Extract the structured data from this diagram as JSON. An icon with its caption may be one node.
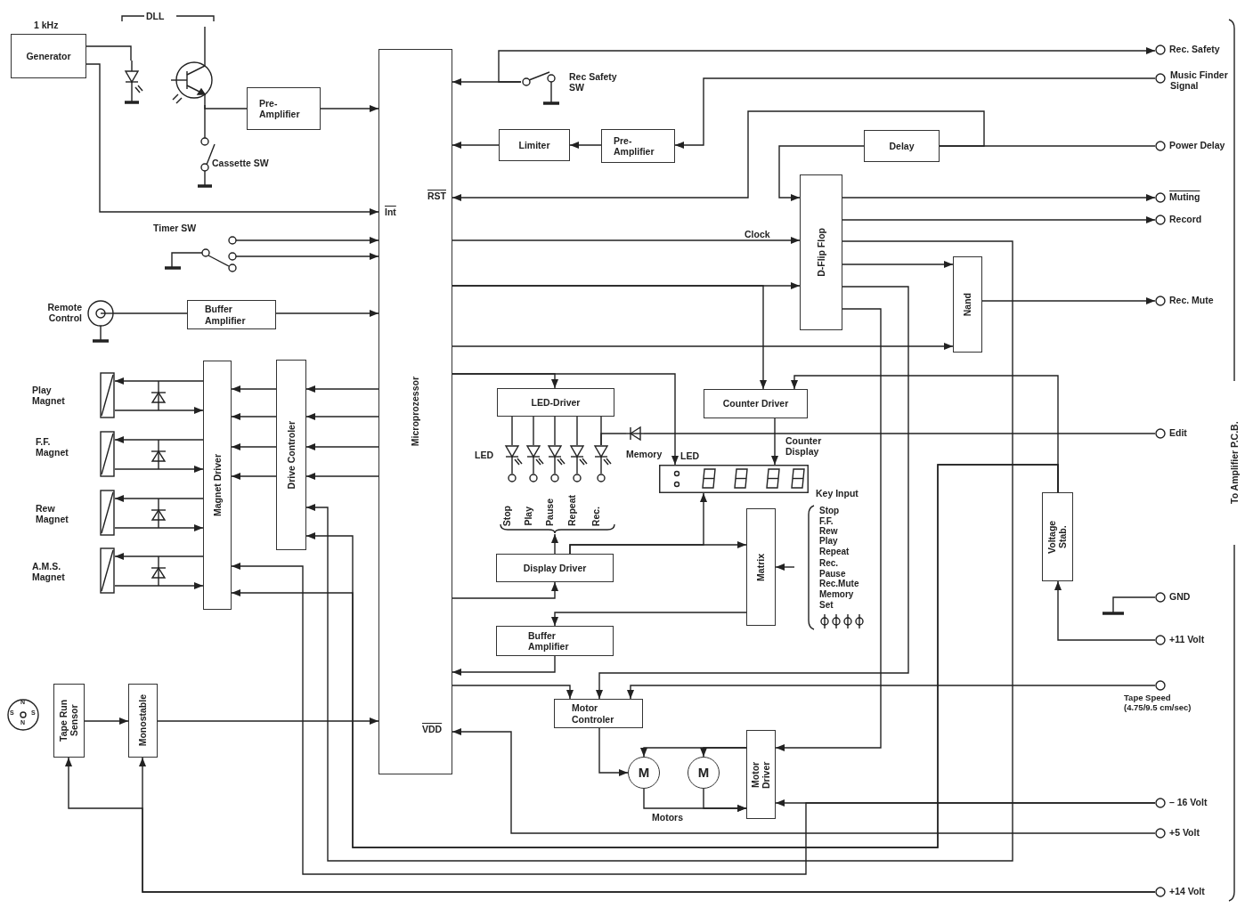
{
  "diagram": {
    "nodes": [
      {
        "text": [
          "Generator"
        ],
        "beside": [
          "1 kHz"
        ]
      },
      {
        "text": [],
        "shape": "diode"
      },
      {
        "text": [],
        "shape": "transistor"
      },
      {
        "text": [],
        "shape": "switch",
        "beside": [
          "Cassette SW"
        ]
      },
      {
        "text": [
          "Pre- Amplifier"
        ]
      },
      {
        "text": [
          "Microprozessor"
        ]
      },
      {
        "text": [],
        "shape": "switch",
        "beside": [
          "Timer SW"
        ]
      },
      {
        "text": [],
        "shape": "socket",
        "beside": [
          "Remote Control"
        ]
      },
      {
        "text": [
          "Buffer Amplifier"
        ]
      },
      {
        "text": [],
        "shape": "switch",
        "beside": [
          "Rec Safety SW"
        ]
      },
      {
        "text": [
          "Limiter"
        ]
      },
      {
        "text": [
          "Pre- Amplifier"
        ]
      },
      {
        "text": [
          "Delay"
        ]
      },
      {
        "text": [
          "D-Flip Flop"
        ]
      },
      {
        "text": [
          "Nand"
        ]
      },
      {
        "text": [],
        "shape": "coil",
        "beside": [
          "Play Magnet"
        ]
      },
      {
        "text": [],
        "shape": "coil",
        "beside": [
          "F.F. Magnet"
        ]
      },
      {
        "text": [],
        "shape": "coil",
        "beside": [
          "Rew Magnet"
        ]
      },
      {
        "text": [],
        "shape": "coil",
        "beside": [
          "A.M.S. Magnet"
        ]
      },
      {
        "text": [
          "Magnet Driver"
        ]
      },
      {
        "text": [
          "Drive Controler"
        ]
      },
      {
        "text": [
          "LED-Driver"
        ]
      },
      {
        "text": [],
        "shape": "led",
        "beside": [
          "Stop"
        ]
      },
      {
        "text": [],
        "shape": "led",
        "beside": [
          "Play"
        ]
      },
      {
        "text": [],
        "shape": "led",
        "beside": [
          "Pause"
        ]
      },
      {
        "text": [],
        "shape": "led",
        "beside": [
          "Repeat"
        ]
      },
      {
        "text": [],
        "shape": "led",
        "beside": [
          "Rec."
        ]
      },
      {
        "text": [],
        "shape": "diode"
      },
      {
        "text": [
          "Counter Driver"
        ]
      },
      {
        "text": [],
        "shape": "display",
        "beside": [
          "Counter Display"
        ]
      },
      {
        "text": [
          "Display Driver"
        ]
      },
      {
        "text": [
          "Matrix"
        ]
      },
      {
        "text": [
          "Buffer Amplifier"
        ]
      },
      {
        "text": [
          "Motor Controler"
        ]
      },
      {
        "text": [
          "M"
        ]
      },
      {
        "text": [
          "M"
        ]
      },
      {
        "text": [
          "Motor Driver"
        ]
      },
      {
        "text": [
          "Voltage Stab."
        ]
      },
      {
        "text": [
          "Tape Run Sensor"
        ]
      },
      {
        "text": [
          "Monostable"
        ]
      },
      {
        "text": [],
        "shape": "circle",
        "beside": [
          "Rec. Safety"
        ]
      },
      {
        "text": [],
        "shape": "circle",
        "beside": [
          "Music Finder Signal"
        ]
      },
      {
        "text": [],
        "shape": "circle",
        "beside": [
          "Power Delay"
        ]
      },
      {
        "text": [],
        "shape": "circle",
        "beside": [
          "Muting"
        ]
      },
      {
        "text": [],
        "shape": "circle",
        "beside": [
          "Record"
        ]
      },
      {
        "text": [],
        "shape": "circle",
        "beside": [
          "Rec. Mute"
        ]
      },
      {
        "text": [],
        "shape": "circle",
        "beside": [
          "Edit"
        ]
      },
      {
        "text": [],
        "shape": "circle",
        "beside": [
          "GND"
        ]
      },
      {
        "text": [],
        "shape": "circle",
        "beside": [
          "+11 Volt"
        ]
      },
      {
        "text": [],
        "shape": "circle",
        "beside": [
          "Tape Speed (4.75/9.5 cm/sec)"
        ]
      },
      {
        "text": [],
        "shape": "circle",
        "beside": [
          "– 16 Volt"
        ]
      },
      {
        "text": [],
        "shape": "circle",
        "beside": [
          "+5 Volt"
        ]
      },
      {
        "text": [],
        "shape": "circle",
        "beside": [
          "+14 Volt"
        ]
      }
    ],
    "edges": [
      {
        "from": 0,
        "to": 1,
        "arrow": "none"
      },
      {
        "from": 0,
        "to": 5,
        "arrow": "to"
      },
      {
        "from": 2,
        "to": 4,
        "arrow": "none"
      },
      {
        "from": 2,
        "to": 3,
        "arrow": "none"
      },
      {
        "from": 4,
        "to": 5,
        "arrow": "to"
      },
      {
        "from": 6,
        "to": 5,
        "arrow": "to"
      },
      {
        "from": 6,
        "to": 5,
        "arrow": "to"
      },
      {
        "from": 7,
        "to": 8,
        "arrow": "none"
      },
      {
        "from": 8,
        "to": 5,
        "arrow": "to"
      },
      {
        "from": 9,
        "to": 5,
        "arrow": "to"
      },
      {
        "from": 9,
        "to": 40,
        "arrow": "to"
      },
      {
        "from": 41,
        "to": 11,
        "arrow": "to"
      },
      {
        "from": 11,
        "to": 10,
        "arrow": "to"
      },
      {
        "from": 10,
        "to": 5,
        "arrow": "to"
      },
      {
        "from": 12,
        "to": 42,
        "arrow": "none"
      },
      {
        "from": 12,
        "to": 5,
        "arrow": "to"
      },
      {
        "from": 12,
        "to": 13,
        "arrow": "to"
      },
      {
        "from": 5,
        "to": 13,
        "arrow": "to",
        "label": "Clock"
      },
      {
        "from": 5,
        "to": 13,
        "arrow": "to"
      },
      {
        "from": 5,
        "to": 28,
        "arrow": "to"
      },
      {
        "from": 13,
        "to": 43,
        "arrow": "to"
      },
      {
        "from": 13,
        "to": 44,
        "arrow": "to"
      },
      {
        "from": 13,
        "to": 14,
        "arrow": "to"
      },
      {
        "from": 5,
        "to": 14,
        "arrow": "to"
      },
      {
        "from": 14,
        "to": 45,
        "arrow": "to"
      },
      {
        "from": 19,
        "to": 15,
        "arrow": "to"
      },
      {
        "from": 19,
        "to": 16,
        "arrow": "to"
      },
      {
        "from": 19,
        "to": 17,
        "arrow": "to"
      },
      {
        "from": 19,
        "to": 18,
        "arrow": "to"
      },
      {
        "from": 15,
        "to": 19,
        "arrow": "to"
      },
      {
        "from": 16,
        "to": 19,
        "arrow": "to"
      },
      {
        "from": 17,
        "to": 19,
        "arrow": "to"
      },
      {
        "from": 18,
        "to": 19,
        "arrow": "to"
      },
      {
        "from": 20,
        "to": 19,
        "arrow": "to"
      },
      {
        "from": 20,
        "to": 19,
        "arrow": "to"
      },
      {
        "from": 20,
        "to": 19,
        "arrow": "to"
      },
      {
        "from": 20,
        "to": 19,
        "arrow": "to"
      },
      {
        "from": 5,
        "to": 20,
        "arrow": "to"
      },
      {
        "from": 5,
        "to": 20,
        "arrow": "to"
      },
      {
        "from": 5,
        "to": 20,
        "arrow": "to"
      },
      {
        "from": 5,
        "to": 20,
        "arrow": "to"
      },
      {
        "from": 5,
        "to": 21,
        "arrow": "to"
      },
      {
        "from": 5,
        "to": 29,
        "arrow": "to"
      },
      {
        "from": 21,
        "to": 22,
        "arrow": "none"
      },
      {
        "from": 21,
        "to": 23,
        "arrow": "none"
      },
      {
        "from": 21,
        "to": 24,
        "arrow": "none"
      },
      {
        "from": 21,
        "to": 25,
        "arrow": "none"
      },
      {
        "from": 21,
        "to": 26,
        "arrow": "none"
      },
      {
        "from": 46,
        "to": 27,
        "arrow": "none"
      },
      {
        "from": 27,
        "to": 26,
        "arrow": "none"
      },
      {
        "from": 28,
        "to": 29,
        "arrow": "to"
      },
      {
        "from": 37,
        "to": 28,
        "arrow": "to"
      },
      {
        "from": 48,
        "to": 37,
        "arrow": "to"
      },
      {
        "from": 5,
        "to": 30,
        "arrow": "to"
      },
      {
        "from": 30,
        "to": 24,
        "arrow": "to"
      },
      {
        "from": 30,
        "to": 31,
        "arrow": "to"
      },
      {
        "from": 30,
        "to": 29,
        "arrow": "to"
      },
      {
        "from": 31,
        "to": 32,
        "arrow": "to"
      },
      {
        "from": null,
        "to": 31,
        "arrow": "to"
      },
      {
        "from": 32,
        "to": 5,
        "arrow": "to"
      },
      {
        "from": 5,
        "to": 33,
        "arrow": "to"
      },
      {
        "from": 13,
        "to": 33,
        "arrow": "to"
      },
      {
        "from": 49,
        "to": 33,
        "arrow": "to"
      },
      {
        "from": 33,
        "to": 34,
        "arrow": "to"
      },
      {
        "from": 36,
        "to": 34,
        "arrow": "to"
      },
      {
        "from": 36,
        "to": 35,
        "arrow": "to"
      },
      {
        "from": 34,
        "to": 36,
        "arrow": "to"
      },
      {
        "from": 35,
        "to": 36,
        "arrow": "to"
      },
      {
        "from": 13,
        "to": 36,
        "arrow": "to"
      },
      {
        "from": 50,
        "to": 36,
        "arrow": "to"
      },
      {
        "from": 50,
        "to": 19,
        "arrow": "to"
      },
      {
        "from": 37,
        "to": 19,
        "arrow": "to"
      },
      {
        "from": 37,
        "to": 20,
        "arrow": "to"
      },
      {
        "from": 13,
        "to": 20,
        "arrow": "to"
      },
      {
        "from": 38,
        "to": 39,
        "arrow": "to"
      },
      {
        "from": 39,
        "to": 5,
        "arrow": "to"
      },
      {
        "from": 52,
        "to": 39,
        "arrow": "to"
      },
      {
        "from": 52,
        "to": 38,
        "arrow": "to"
      },
      {
        "from": 51,
        "to": 5,
        "arrow": "to"
      },
      {
        "from": 47,
        "to": null,
        "arrow": "none"
      }
    ],
    "labels": [
      "DLL",
      "RST",
      "Int",
      "LED",
      "Memory",
      "LED",
      "Key Input",
      "Stop",
      "F.F.",
      "Rew",
      "Play",
      "Repeat",
      "Rec.",
      "Pause",
      "Rec.Mute",
      "Memory",
      "Set",
      "VDD",
      "Motors",
      "N",
      "S",
      "S",
      "N",
      "To Amplifier P.C.B."
    ]
  }
}
